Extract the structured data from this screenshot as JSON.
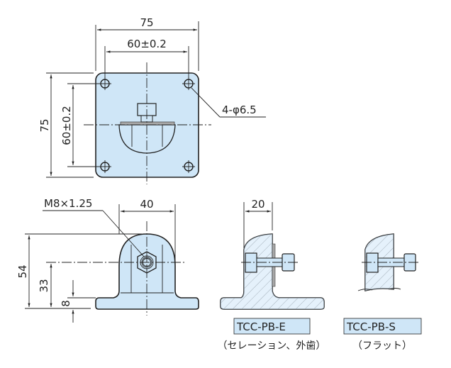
{
  "top_view": {
    "width_overall": "75",
    "width_holes": "60±0.2",
    "height_overall": "75",
    "height_holes": "60±0.2",
    "hole_note": "4-φ6.5"
  },
  "front_view": {
    "thread": "M8×1.25",
    "width": "40",
    "height_total": "54",
    "height_center": "33",
    "base_thickness": "8"
  },
  "section_e": {
    "dimension": "20",
    "label": "TCC-PB-E",
    "caption": "（セレーション、外歯）"
  },
  "section_s": {
    "label": "TCC-PB-S",
    "caption": "（フラット）"
  },
  "colors": {
    "part_fill": "#cfe6f7",
    "line": "#222222"
  }
}
